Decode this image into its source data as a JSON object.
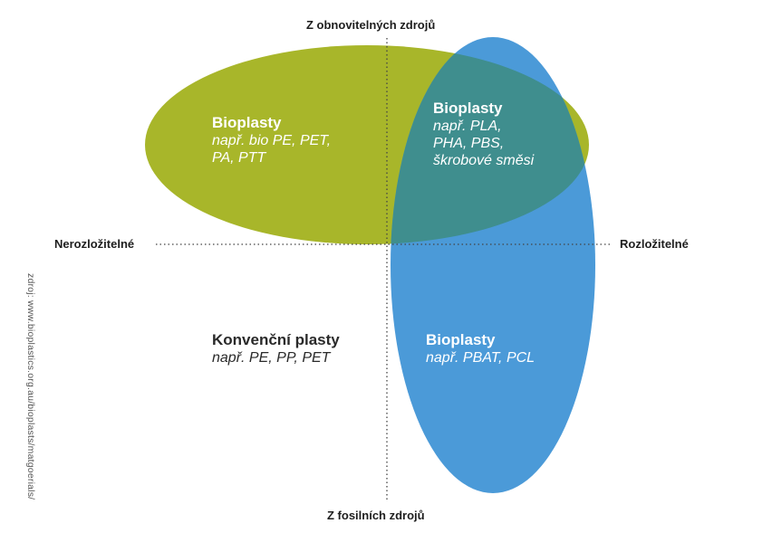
{
  "axes": {
    "top": "Z obnovitelných zdrojů",
    "bottom": "Z fosilních zdrojů",
    "left": "Nerozložitelné",
    "right": "Rozložitelné"
  },
  "quadrants": {
    "top_left": {
      "title": "Bioplasty",
      "lines": [
        "např. bio PE, PET,",
        "PA, PTT"
      ]
    },
    "top_right": {
      "title": "Bioplasty",
      "lines": [
        "např. PLA,",
        "PHA, PBS,",
        "škrobové směsi"
      ]
    },
    "bottom_left": {
      "title": "Konvenční plasty",
      "lines": [
        "např. PE, PP, PET"
      ]
    },
    "bottom_right": {
      "title": "Bioplasty",
      "lines": [
        "např. PBAT, PCL"
      ]
    }
  },
  "source_note": "zdroj: www.bioplastics.org.au/bioplasts/matgoerials/",
  "colors": {
    "green_ellipse": "#a8b62a",
    "blue_ellipse": "#4b9ad8",
    "overlap": "#3f8e8e",
    "axis_line": "#444444"
  }
}
